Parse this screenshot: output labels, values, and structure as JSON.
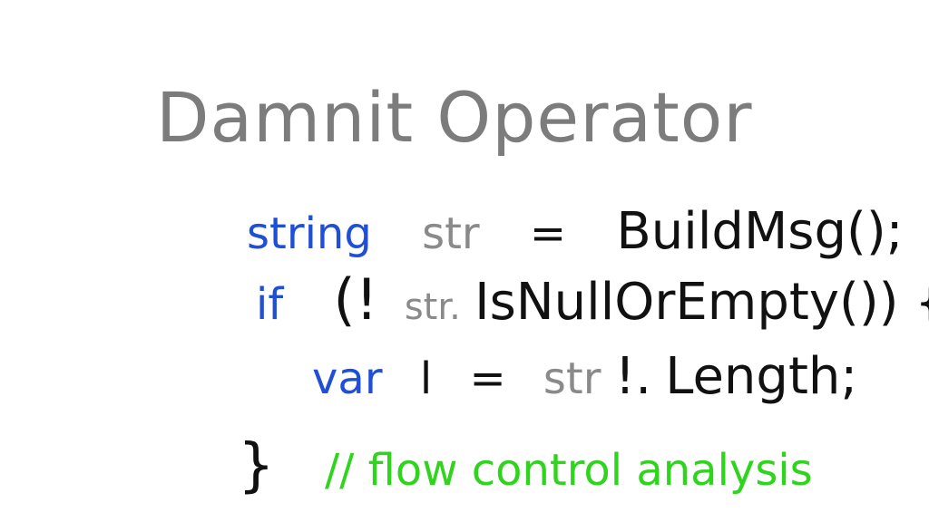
{
  "title": "Damnit Operator",
  "colors": {
    "title": "#7c7c7c",
    "keyword": "#1f4fd6",
    "identifier": "#8a8a8a",
    "text": "#111111",
    "comment": "#2fd41c"
  },
  "code": {
    "line1": {
      "keyword": "string",
      "identifier": "str",
      "operator": "=",
      "call": "BuildMsg();"
    },
    "line2": {
      "keyword": "if",
      "open": "(!",
      "identifier": "str.",
      "call": "IsNullOrEmpty()) {"
    },
    "line3": {
      "keyword": "var",
      "variable": "l",
      "operator": "=",
      "identifier": "str",
      "damnit": "!.",
      "member": "Length;"
    },
    "line4": {
      "close": "}",
      "comment": "// flow control analysis"
    }
  }
}
